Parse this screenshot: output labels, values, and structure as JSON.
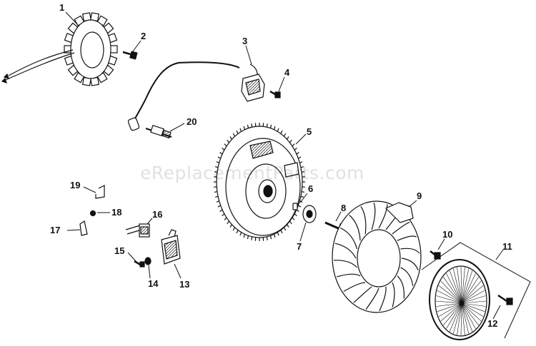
{
  "watermark": "eReplacementParts.com",
  "callouts": {
    "c1": "1",
    "c2": "2",
    "c3": "3",
    "c4": "4",
    "c5": "5",
    "c6": "6",
    "c7": "7",
    "c8": "8",
    "c9": "9",
    "c10": "10",
    "c11": "11",
    "c12": "12",
    "c13": "13",
    "c14": "14",
    "c15": "15",
    "c16": "16",
    "c17": "17",
    "c18": "18",
    "c19": "19",
    "c20": "20"
  },
  "colors": {
    "ink": "#111111",
    "fill": "#ffffff",
    "shade": "#d9d9d9"
  }
}
